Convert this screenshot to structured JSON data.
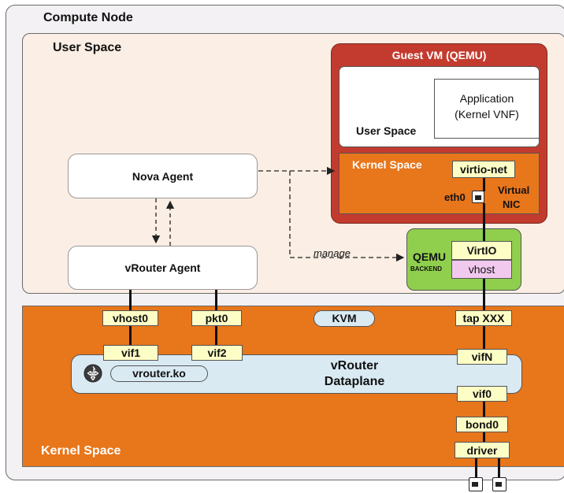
{
  "compute_node": {
    "title": "Compute Node"
  },
  "user_space": {
    "title": "User Space"
  },
  "guest_vm": {
    "title": "Guest VM (QEMU)",
    "application_line1": "Application",
    "application_line2": "(Kernel VNF)",
    "user_space": "User Space",
    "kernel_space": "Kernel Space",
    "virtio_net": "virtio-net",
    "eth0": "eth0",
    "virtual_nic_line1": "Virtual",
    "virtual_nic_line2": "NIC"
  },
  "nova_agent": "Nova Agent",
  "vrouter_agent": "vRouter Agent",
  "manage_label": "manage",
  "qemu_backend": {
    "title": "QEMU",
    "subtitle": "BACKEND",
    "virtio": "VirtIO",
    "vhost": "vhost"
  },
  "kernel_space": {
    "title": "Kernel Space",
    "vhost0": "vhost0",
    "pkt0": "pkt0",
    "kvm": "KVM",
    "tap": "tap XXX",
    "vif1": "vif1",
    "vif2": "vif2",
    "vifN": "vifN",
    "vif0": "vif0",
    "vrouter_ko": "vrouter.ko",
    "dataplane_line1": "vRouter",
    "dataplane_line2": "Dataplane",
    "bond0": "bond0",
    "driver": "driver"
  },
  "colors": {
    "compute_bg": "#f3f1f3",
    "user_space_bg": "#fbeee4",
    "kernel_orange": "#e8761b",
    "guest_red": "#c33b2e",
    "qemu_green": "#8fcf4d",
    "label_yellow": "#fdfdc6",
    "vhost_pink": "#f2c9ee",
    "dataplane_blue": "#d9eaf3"
  }
}
